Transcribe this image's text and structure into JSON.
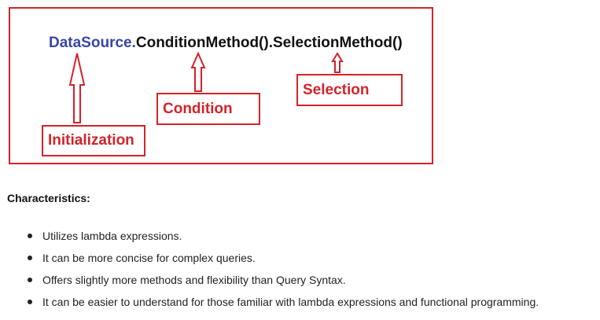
{
  "diagram": {
    "code": {
      "datasource": "DataSource.",
      "rest": "ConditionMethod().SelectionMethod()"
    },
    "labels": {
      "initialization": "Initialization",
      "condition": "Condition",
      "selection": "Selection"
    },
    "colors": {
      "accent_red": "#d2232a",
      "datasource_blue": "#3a45a8"
    },
    "icons": [
      "arrow-up-icon",
      "arrow-up-icon",
      "arrow-up-icon"
    ]
  },
  "characteristics": {
    "heading": "Characteristics:",
    "items": [
      "Utilizes lambda expressions.",
      "It can be more concise for complex queries.",
      "Offers slightly more methods and flexibility than Query Syntax.",
      "It can be easier to understand for those familiar with lambda expressions and functional programming."
    ]
  }
}
